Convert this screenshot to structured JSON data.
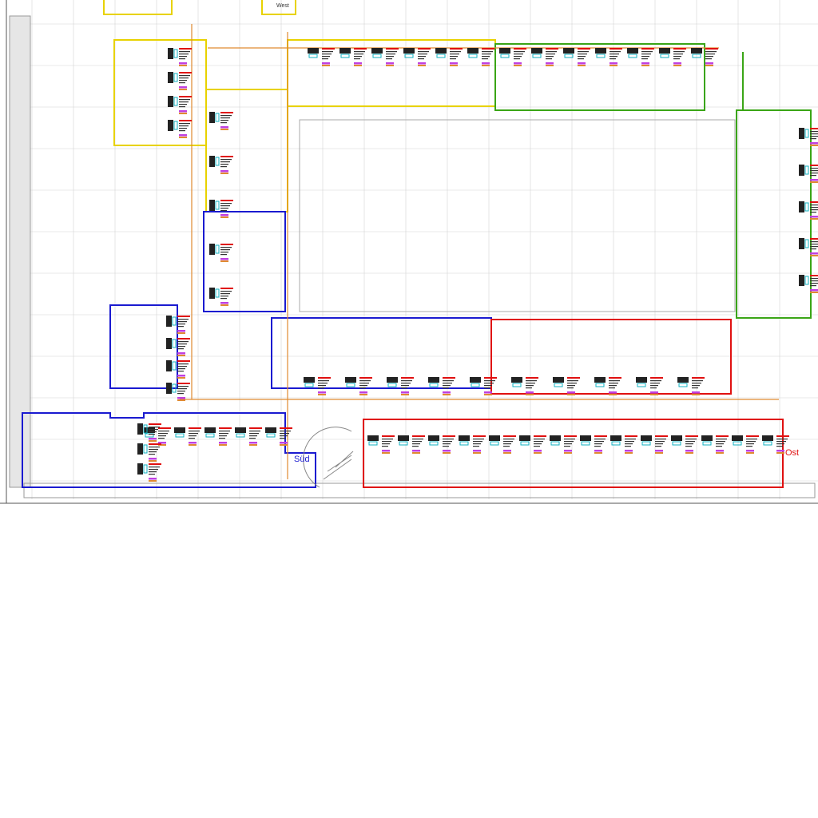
{
  "drawing": {
    "zone_labels": {
      "west": "West",
      "sued": "Süd",
      "ost": "Ost"
    },
    "colors": {
      "yellow": "#e8d200",
      "green": "#3aa516",
      "blue": "#1a1ad0",
      "red": "#e01010",
      "orange": "#e08a30",
      "grid": "#b8b8b8",
      "cyan": "#10b0c0",
      "magenta": "#c040e0"
    }
  }
}
